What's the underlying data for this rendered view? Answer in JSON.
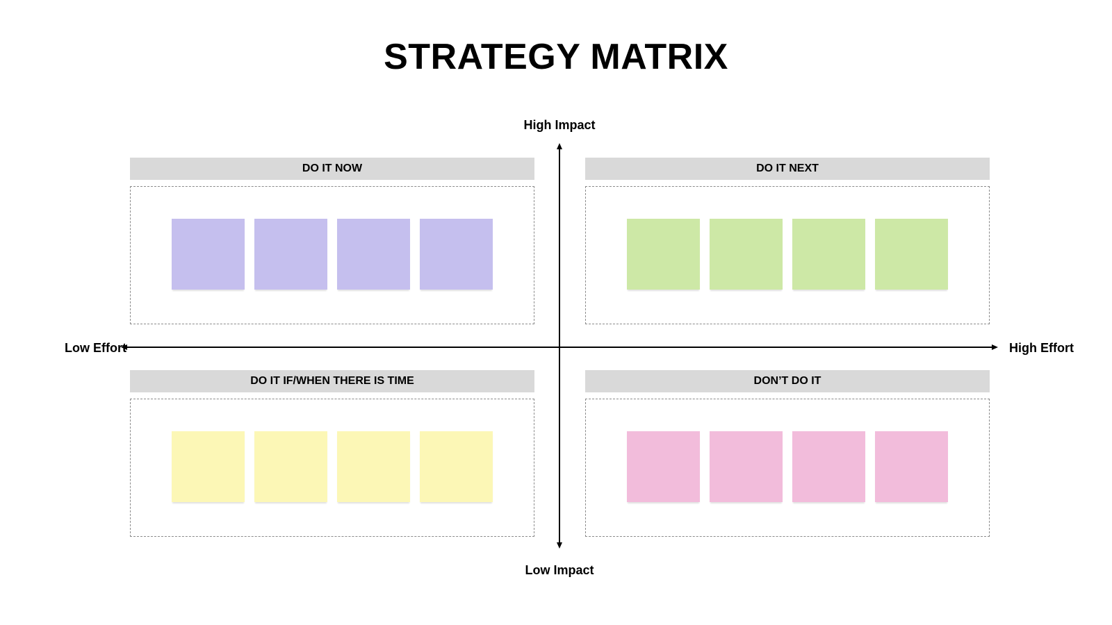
{
  "title": "STRATEGY MATRIX",
  "axes": {
    "top": "High Impact",
    "bottom": "Low Impact",
    "left": "Low Effort",
    "right": "High Effort"
  },
  "quadrants": [
    {
      "label": "DO IT NOW",
      "note_color": "#c5bfee",
      "note_count": 4
    },
    {
      "label": "DO IT NEXT",
      "note_color": "#cde8a6",
      "note_count": 4
    },
    {
      "label": "DO IT IF/WHEN THERE IS TIME",
      "note_color": "#fcf7b6",
      "note_count": 4
    },
    {
      "label": "DON’T DO IT",
      "note_color": "#f2bcdb",
      "note_count": 4
    }
  ]
}
